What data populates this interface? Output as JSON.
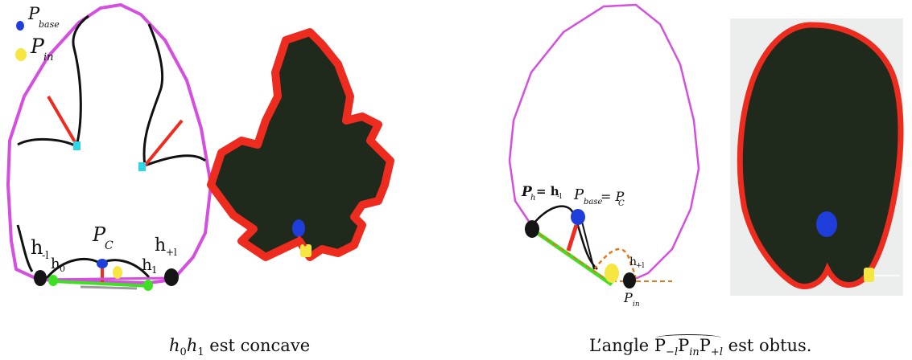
{
  "left_panel": {
    "legend": [
      {
        "symbol": "P",
        "subscript": "base",
        "color": "#1e3ddb"
      },
      {
        "symbol": "P",
        "subscript": "in",
        "color": "#f5e642"
      }
    ],
    "labels": {
      "pc": {
        "main": "P",
        "sub": "C"
      },
      "h_minus_l": {
        "main": "h",
        "sub": "-l"
      },
      "h0": {
        "main": "h",
        "sub": "0"
      },
      "h1": {
        "main": "h",
        "sub": "1"
      },
      "h_plus_l": {
        "main": "h",
        "sub": "+l"
      }
    },
    "caption": {
      "h0": "h",
      "h0_sub": "0",
      "h1": "h",
      "h1_sub": "1",
      "rest": " est concave"
    }
  },
  "right_panel": {
    "labels": {
      "ph_main": "P",
      "ph_sub": "h",
      "ph_eq": "= h",
      "ph_eq_sub": "-l",
      "pbase_main": "P",
      "pbase_sub": "base",
      "pbase_eq": " = P",
      "pbase_eq_sub": "C",
      "hpl_main": "h",
      "hpl_sub": "+l",
      "pin_main": "P",
      "pin_sub": "in"
    },
    "caption": {
      "prefix": "L’angle ",
      "p1": "P",
      "p1_sub": "−l",
      "p2": "P",
      "p2_sub": "in",
      "p3": "P",
      "p3_sub": "+l",
      "suffix": " est obtus."
    }
  },
  "colors": {
    "outline": "#d44fe0",
    "leaf_border": "#ee2b1f",
    "leaf_fill": "#1f2a1c",
    "base_point": "#1e3ddb",
    "in_point": "#f5e642",
    "h_point": "#141414",
    "green": "#3ee024",
    "cyan": "#2fd6e6",
    "dashed": "#e07a1a"
  }
}
